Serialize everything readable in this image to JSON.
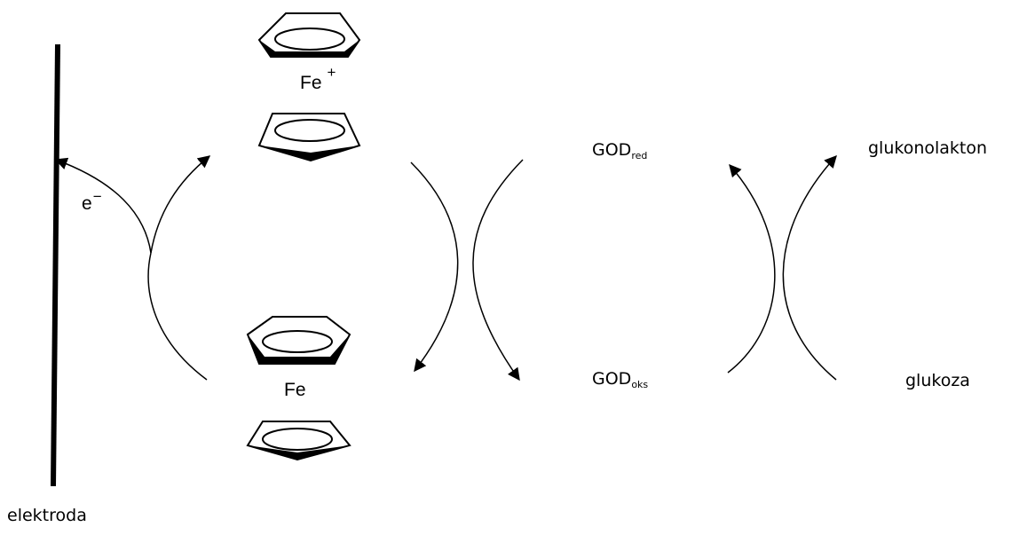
{
  "labels": {
    "electrode": "elektroda",
    "electron": "e",
    "electron_charge": "−",
    "ferrocenium_metal": "Fe",
    "ferrocenium_charge": "+",
    "ferrocene_metal": "Fe",
    "god_red_main": "GOD",
    "god_red_sub": "red",
    "god_oks_main": "GOD",
    "god_oks_sub": "oks",
    "gluconolactone": "glukonolakton",
    "glucose": "glukoza"
  },
  "colors": {
    "ink": "#000000",
    "background": "#ffffff"
  }
}
